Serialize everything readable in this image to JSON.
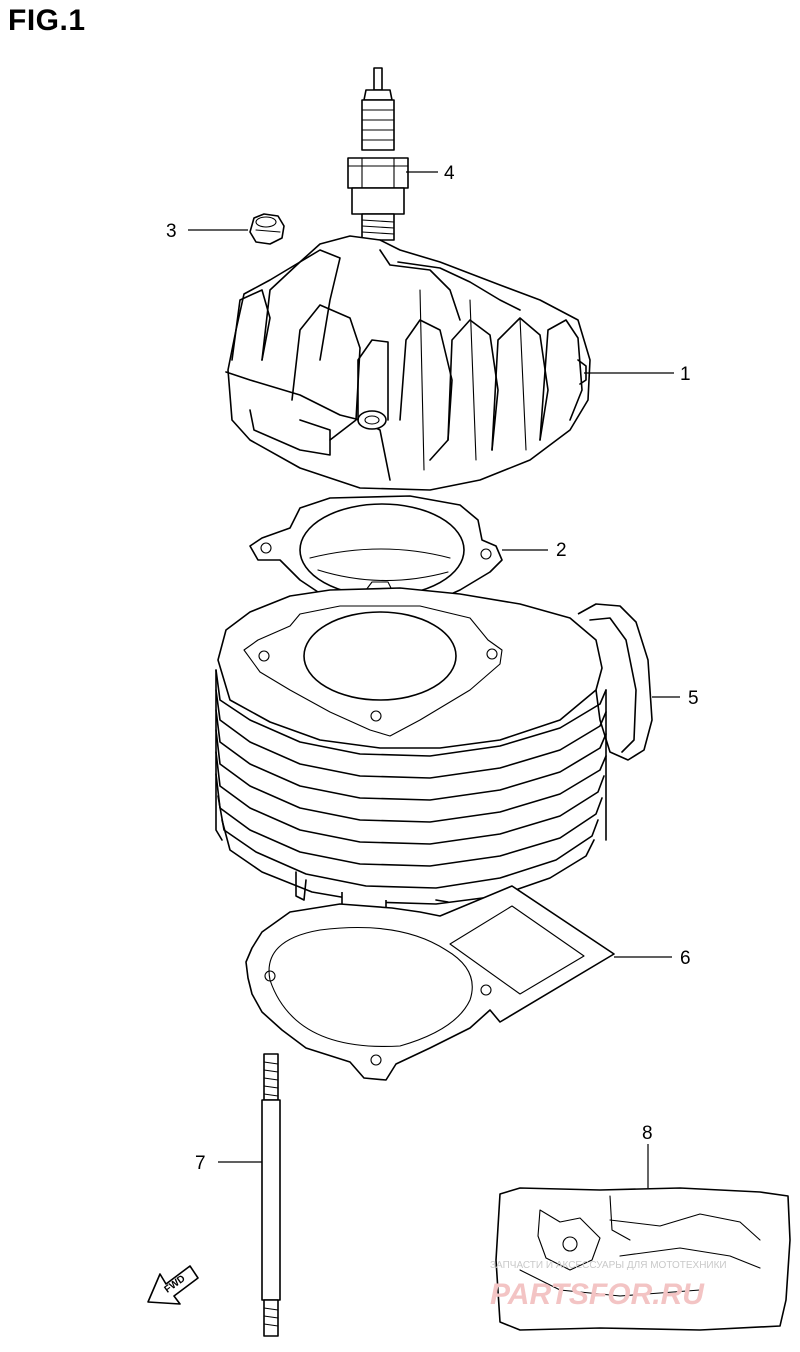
{
  "figure": {
    "title": "FIG.1"
  },
  "callouts": [
    {
      "id": "1",
      "label": "1"
    },
    {
      "id": "2",
      "label": "2"
    },
    {
      "id": "3",
      "label": "3"
    },
    {
      "id": "4",
      "label": "4"
    },
    {
      "id": "5",
      "label": "5"
    },
    {
      "id": "6",
      "label": "6"
    },
    {
      "id": "7",
      "label": "7"
    },
    {
      "id": "8",
      "label": "8"
    }
  ],
  "direction_arrow": {
    "label": "FWD"
  },
  "watermark": {
    "line1": "ЗАПЧАСТИ И АКСЕССУАРЫ ДЛЯ МОТОТЕХНИКИ",
    "line2": "PARTSFOR.RU"
  },
  "colors": {
    "line": "#000000",
    "watermark": "#f3c4c4"
  }
}
